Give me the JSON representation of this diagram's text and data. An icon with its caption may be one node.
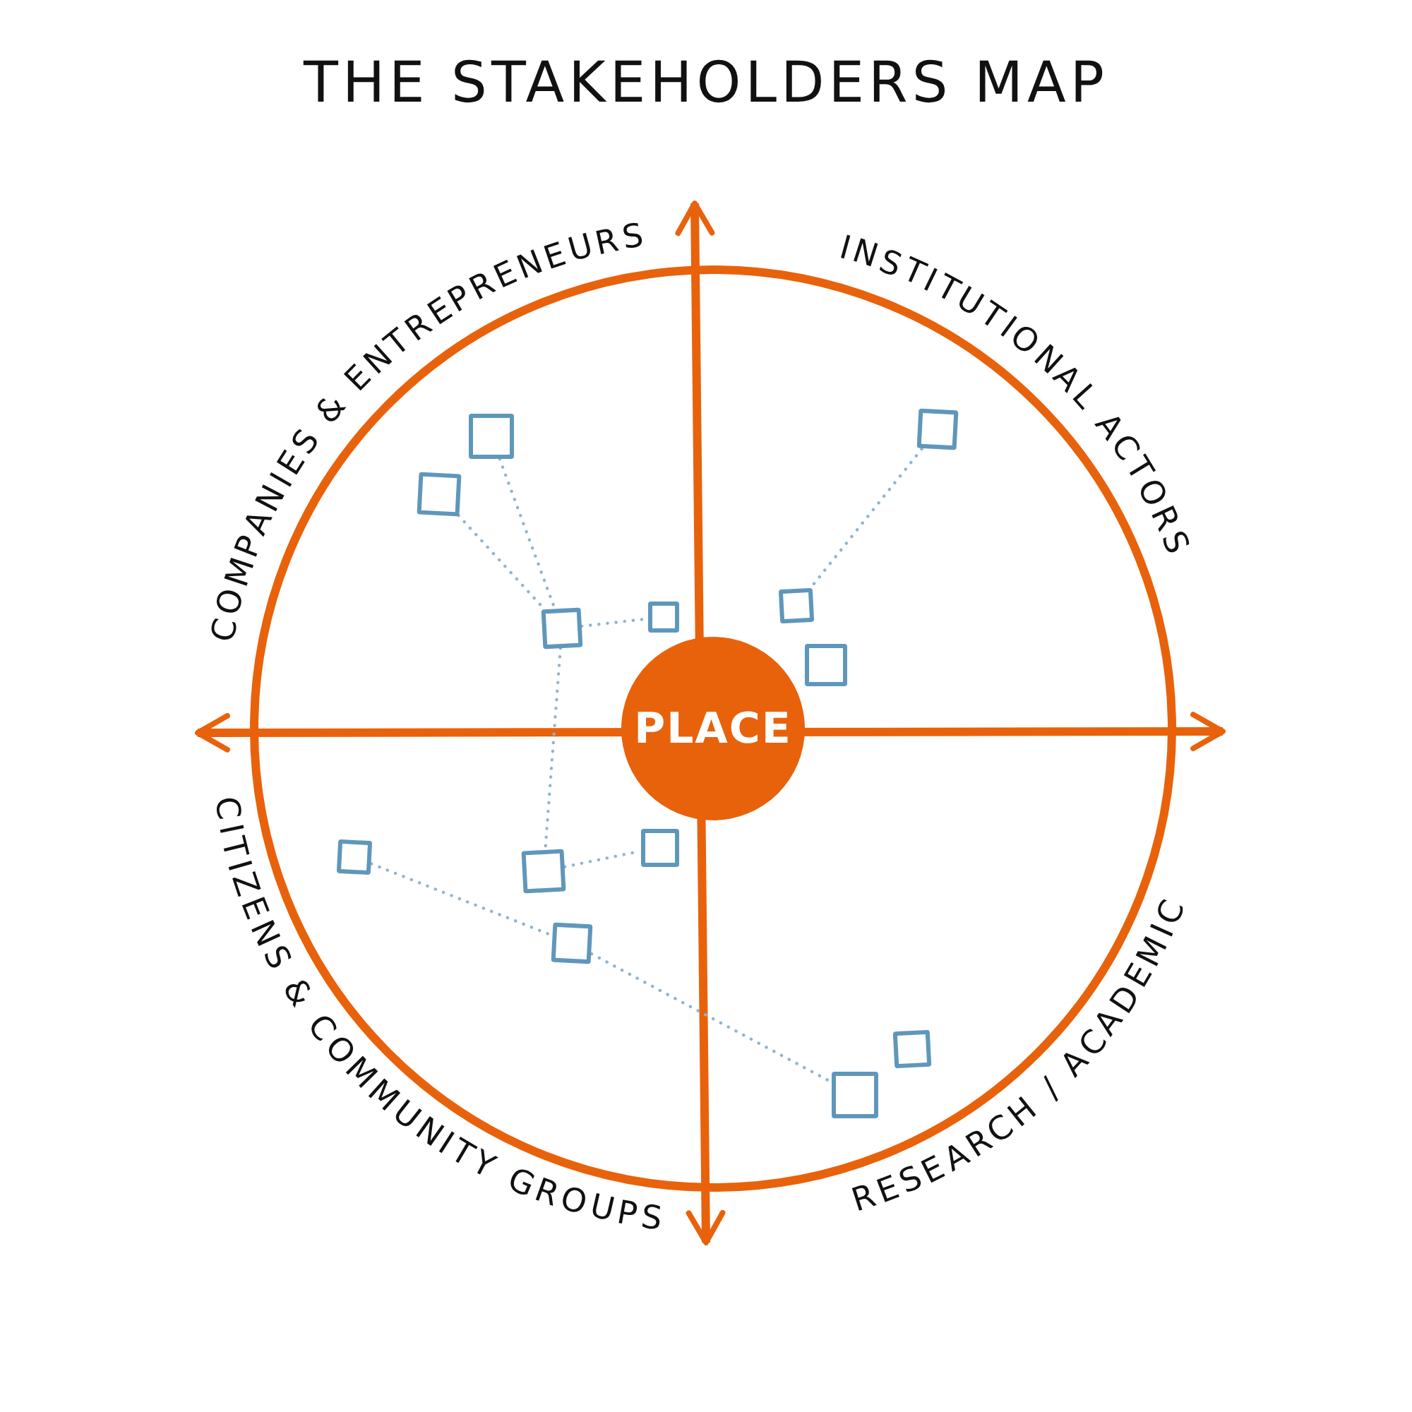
{
  "diagram": {
    "title": "THE STAKEHOLDERS MAP",
    "nodes": [
      {
        "text": [
          "PLACE"
        ]
      },
      {
        "text": [],
        "shape": "box"
      },
      {
        "text": [],
        "shape": "box"
      },
      {
        "text": [],
        "shape": "box"
      },
      {
        "text": [],
        "shape": "box"
      },
      {
        "text": [],
        "shape": "box"
      },
      {
        "text": [],
        "shape": "box"
      },
      {
        "text": [],
        "shape": "box"
      },
      {
        "text": [],
        "shape": "box"
      },
      {
        "text": [],
        "shape": "box"
      },
      {
        "text": [],
        "shape": "box"
      },
      {
        "text": [],
        "shape": "box"
      },
      {
        "text": [],
        "shape": "box"
      },
      {
        "text": [],
        "shape": "box"
      }
    ],
    "edges": [
      {
        "from": 1,
        "to": 3,
        "arrow": "none"
      },
      {
        "from": 2,
        "to": 3,
        "arrow": "none"
      },
      {
        "from": 3,
        "to": 4,
        "arrow": "none"
      },
      {
        "from": 3,
        "to": 9,
        "arrow": "none"
      },
      {
        "from": 9,
        "to": 10,
        "arrow": "none"
      },
      {
        "from": 5,
        "to": 6,
        "arrow": "none"
      },
      {
        "from": 8,
        "to": 11,
        "arrow": "none"
      },
      {
        "from": 11,
        "to": 13,
        "arrow": "none"
      }
    ],
    "labels": [
      "COMPANIES & ENTREPRENEURS",
      "INSTITUTIONAL ACTORS",
      "CITIZENS & COMMUNITY GROUPS",
      "RESEARCH / ACADEMIC"
    ]
  }
}
